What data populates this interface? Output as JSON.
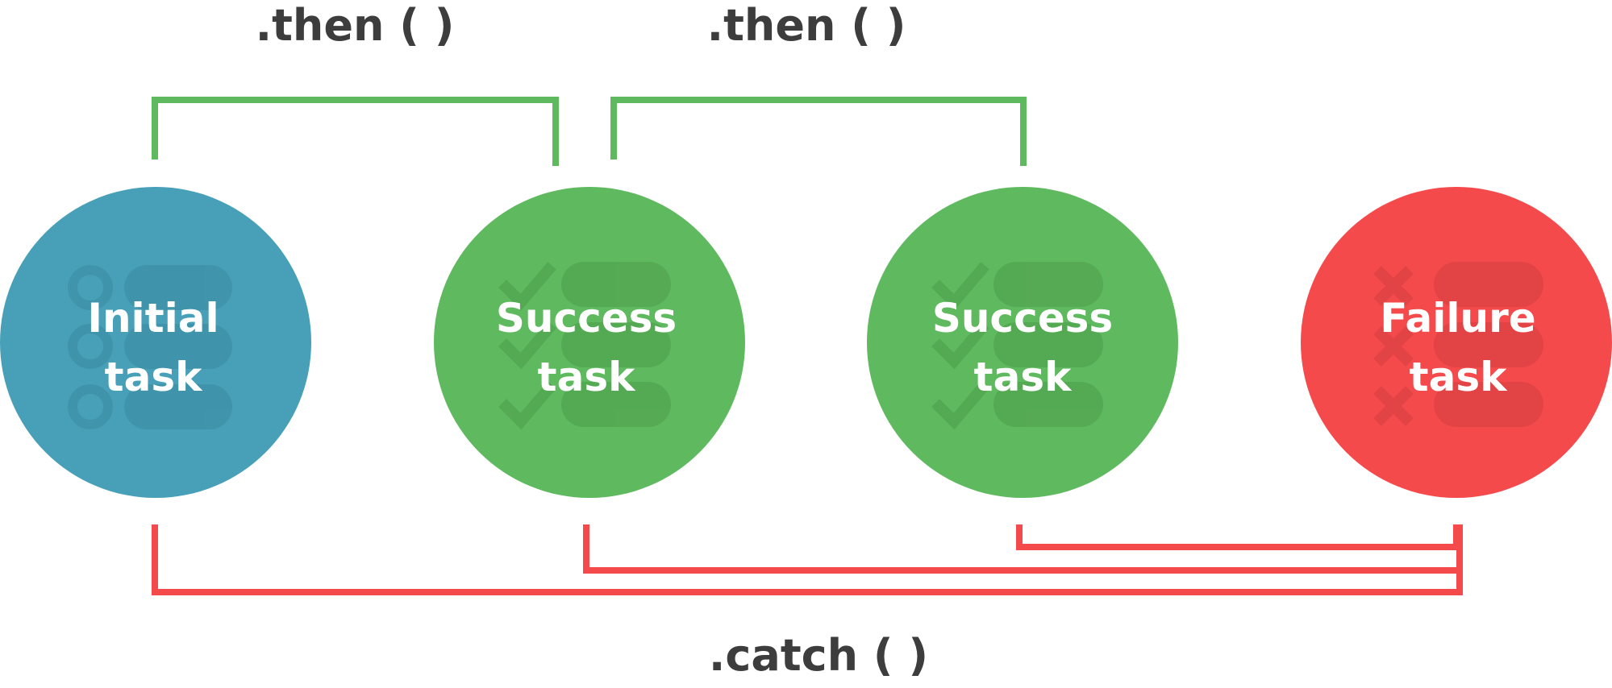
{
  "colors": {
    "initial": "#47a0b8",
    "success": "#5fb95e",
    "failure": "#f44a4c",
    "then_line": "#5fb95e",
    "catch_line": "#f44a4c",
    "label": "#3d3d3d"
  },
  "labels": {
    "then_1": ".then ( )",
    "then_2": ".then ( )",
    "catch": ".catch ( )"
  },
  "nodes": [
    {
      "line1": "Initial",
      "line2": "task",
      "kind": "initial",
      "icon": "circle-list-icon"
    },
    {
      "line1": "Success",
      "line2": "task",
      "kind": "success",
      "icon": "checkmark-list-icon"
    },
    {
      "line1": "Success",
      "line2": "task",
      "kind": "success",
      "icon": "checkmark-list-icon"
    },
    {
      "line1": "Failure",
      "line2": "task",
      "kind": "failure",
      "icon": "cross-list-icon"
    }
  ]
}
